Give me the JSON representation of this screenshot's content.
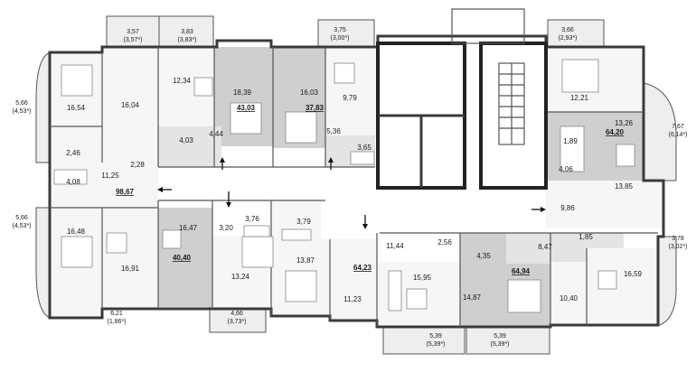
{
  "plan": {
    "apartments": {
      "a1": "98,67",
      "a2": "43,03",
      "a3": "37,83",
      "a4": "64,20",
      "a5": "40,40",
      "a6": "64,23",
      "a7": "64,94"
    },
    "rooms": {
      "r1": "16,54",
      "r2": "16,04",
      "r3": "12,34",
      "r4": "18,39",
      "r5": "16,03",
      "r6": "9,79",
      "r7": "2,46",
      "r8": "4,08",
      "r9": "11,25",
      "r10": "2,28",
      "r11": "4,03",
      "r12": "4,44",
      "r13": "5,36",
      "r14": "3,65",
      "r15": "12,21",
      "r16": "13,26",
      "r17": "1,89",
      "r18": "4,06",
      "r19": "13,85",
      "r20": "9,86",
      "r21": "16,48",
      "r22": "16,91",
      "r23": "16,47",
      "r24": "3,20",
      "r25": "3,76",
      "r26": "3,79",
      "r27": "13,24",
      "r28": "13,87",
      "r29": "11,44",
      "r30": "2,56",
      "r31": "4,35",
      "r32": "8,47",
      "r33": "1,85",
      "r34": "11,23",
      "r35": "15,95",
      "r36": "14,87",
      "r37": "10,40",
      "r38": "16,59"
    },
    "balconies": {
      "b1": "3,57",
      "b1r": "(3,57*)",
      "b2": "3,83",
      "b2r": "(3,83*)",
      "b3": "3,75",
      "b3r": "(3,00*)",
      "b4": "3,66",
      "b4r": "(2,93*)",
      "b5": "5,66",
      "b5r": "(4,53*)",
      "b6": "5,66",
      "b6r": "(4,53*)",
      "b7": "7,67",
      "b7r": "(6,14*)",
      "b8": "3,78",
      "b8r": "(3,02*)",
      "b9": "6,21",
      "b9r": "(1,86*)",
      "b10": "4,66",
      "b10r": "(3,73*)",
      "b11": "5,39",
      "b11r": "(5,39*)",
      "b12": "5,39",
      "b12r": "(5,39*)"
    }
  }
}
